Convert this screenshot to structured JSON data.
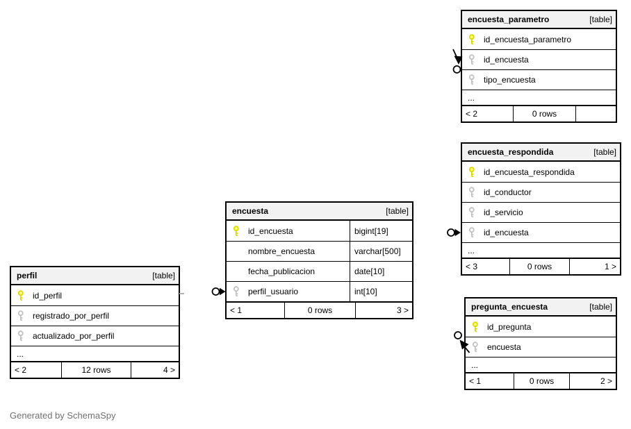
{
  "note": "Generated by SchemaSpy",
  "colors": {
    "primary_key": "#d9d900",
    "foreign_key": "#c2c2c2",
    "header_bg": "#f2f2f2",
    "border": "#000000",
    "note_text": "#707070"
  },
  "tables": {
    "perfil": {
      "title": "perfil",
      "badge": "[table]",
      "columns": [
        {
          "name": "id_perfil",
          "key": "primary"
        },
        {
          "name": "registrado_por_perfil",
          "key": "foreign"
        },
        {
          "name": "actualizado_por_perfil",
          "key": "foreign"
        }
      ],
      "ellipsis": "...",
      "footer": {
        "parents": "< 2",
        "rows": "12 rows",
        "children": "4 >"
      }
    },
    "encuesta": {
      "title": "encuesta",
      "badge": "[table]",
      "columns": [
        {
          "name": "id_encuesta",
          "type": "bigint[19]",
          "key": "primary"
        },
        {
          "name": "nombre_encuesta",
          "type": "varchar[500]",
          "key": "none"
        },
        {
          "name": "fecha_publicacion",
          "type": "date[10]",
          "key": "none"
        },
        {
          "name": "perfil_usuario",
          "type": "int[10]",
          "key": "foreign"
        }
      ],
      "footer": {
        "parents": "< 1",
        "rows": "0 rows",
        "children": "3 >"
      }
    },
    "encuesta_parametro": {
      "title": "encuesta_parametro",
      "badge": "[table]",
      "columns": [
        {
          "name": "id_encuesta_parametro",
          "key": "primary"
        },
        {
          "name": "id_encuesta",
          "key": "foreign"
        },
        {
          "name": "tipo_encuesta",
          "key": "foreign"
        }
      ],
      "ellipsis": "...",
      "footer": {
        "parents": "< 2",
        "rows": "0 rows",
        "children": ""
      }
    },
    "encuesta_respondida": {
      "title": "encuesta_respondida",
      "badge": "[table]",
      "columns": [
        {
          "name": "id_encuesta_respondida",
          "key": "primary"
        },
        {
          "name": "id_conductor",
          "key": "foreign"
        },
        {
          "name": "id_servicio",
          "key": "foreign"
        },
        {
          "name": "id_encuesta",
          "key": "foreign"
        }
      ],
      "ellipsis": "...",
      "footer": {
        "parents": "< 3",
        "rows": "0 rows",
        "children": "1 >"
      }
    },
    "pregunta_encuesta": {
      "title": "pregunta_encuesta",
      "badge": "[table]",
      "columns": [
        {
          "name": "id_pregunta",
          "key": "primary"
        },
        {
          "name": "encuesta",
          "key": "foreign"
        }
      ],
      "ellipsis": "...",
      "footer": {
        "parents": "< 1",
        "rows": "0 rows",
        "children": "2 >"
      }
    }
  },
  "connectors": [
    {
      "target": "encuesta.perfil_usuario",
      "glyph": "zero-circle-with-arrowhead"
    },
    {
      "target": "encuesta_parametro.id_encuesta",
      "glyph": "zero-circle-with-arrowhead"
    },
    {
      "target": "encuesta_respondida.id_encuesta",
      "glyph": "zero-circle-with-arrowhead"
    },
    {
      "target": "pregunta_encuesta.encuesta",
      "glyph": "zero-circle-with-arrowhead"
    }
  ]
}
